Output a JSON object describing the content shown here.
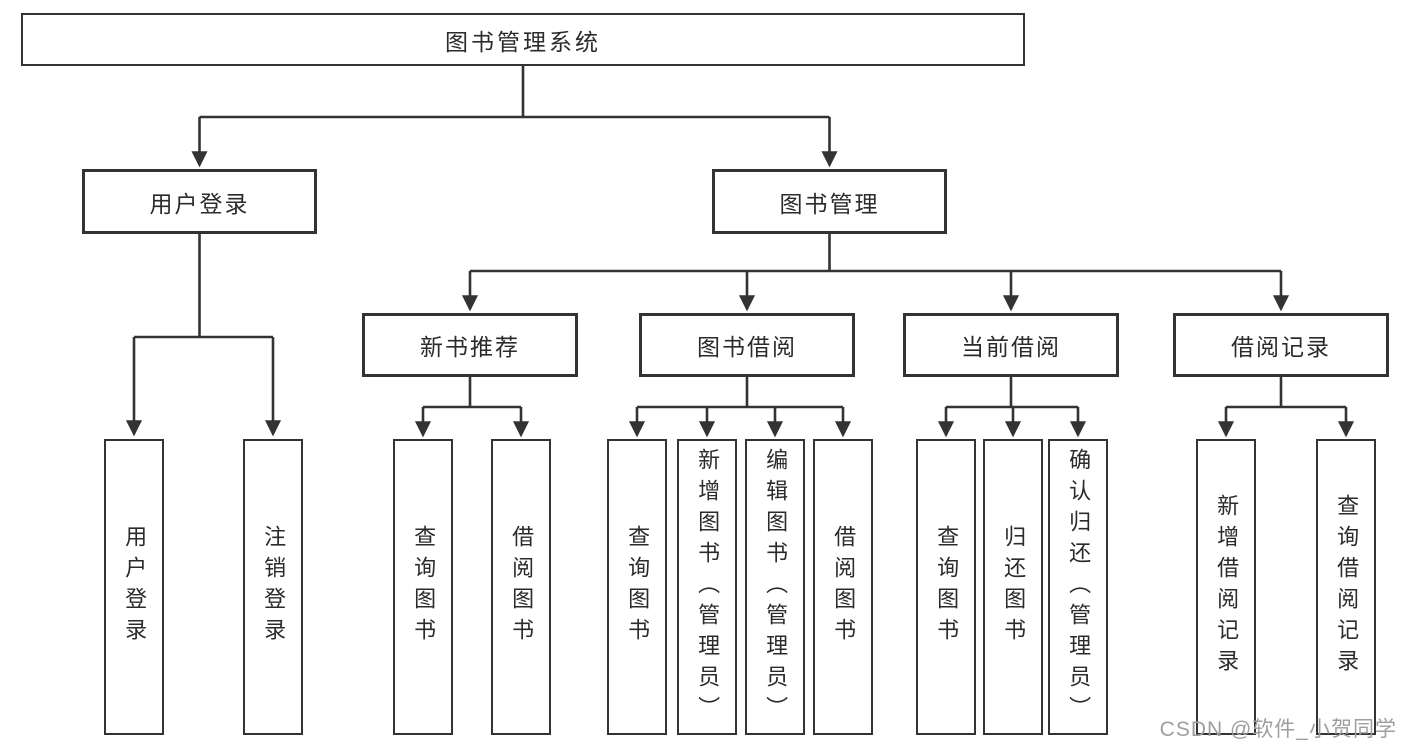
{
  "watermark": "CSDN @软件_小贺同学",
  "colors": {
    "line": "#333333",
    "text": "#2b2b2b",
    "watermark_gray": "#9e9e9e",
    "node_background": "#ffffff"
  },
  "tree": {
    "root": "图书管理系统",
    "branches": [
      {
        "label": "用户登录",
        "leaves": [
          "用户登录",
          "注销登录"
        ]
      },
      {
        "label": "图书管理",
        "groups": [
          {
            "label": "新书推荐",
            "leaves": [
              "查询图书",
              "借阅图书"
            ]
          },
          {
            "label": "图书借阅",
            "leaves": [
              "查询图书",
              "新增图书（管理员）",
              "编辑图书（管理员）",
              "借阅图书"
            ]
          },
          {
            "label": "当前借阅",
            "leaves": [
              "查询图书",
              "归还图书",
              "确认归还（管理员）"
            ]
          },
          {
            "label": "借阅记录",
            "leaves": [
              "新增借阅记录",
              "查询借阅记录"
            ]
          }
        ]
      }
    ]
  }
}
